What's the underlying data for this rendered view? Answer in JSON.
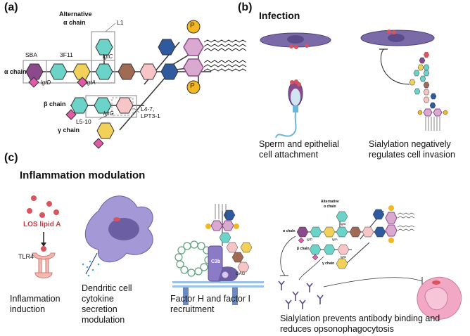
{
  "panels": {
    "a": "(a)",
    "b": "(b)",
    "c": "(c)"
  },
  "panel_a": {
    "alt_chain": "Alternative α chain",
    "alt_chain_line1": "Alternative",
    "alt_chain_line2": "α chain",
    "l1": "L1",
    "sba": "SBA",
    "f3f11": "3F11",
    "alpha_chain": "α chain",
    "beta_chain": "β chain",
    "gamma_chain": "γ chain",
    "lgtC": "lgtC",
    "lgtD": "lgtD",
    "lgtA": "lgtA",
    "lgtG": "lgtG",
    "l4_7_line1": "L4-7,",
    "l4_7_line2": "LPT3-1",
    "l5_10": "L5-10",
    "phosphate": "P"
  },
  "panel_b": {
    "title": "Infection",
    "caption_left_1": "Sperm and epithelial",
    "caption_left_2": "cell attachment",
    "caption_right_1": "Sialylation negatively",
    "caption_right_2": "regulates cell invasion"
  },
  "panel_c": {
    "title": "Inflammation modulation",
    "los": "LOS lipid A",
    "tlr4": "TLR4",
    "caption_1a": "Inflammation",
    "caption_1b": "induction",
    "caption_2a": "Dendritic cell",
    "caption_2b": "cytokine",
    "caption_2c": "secretion",
    "caption_2d": "modulation",
    "caption_3a": "Factor H and factor I",
    "caption_3b": "recruitment",
    "c3b": "C3b",
    "gag": "GAG",
    "caption_4a": "Sialylation prevents antibody binding and",
    "caption_4b": "reduces opsonophagocytosis",
    "mini_alt_1": "Alternative",
    "mini_alt_2": "α chain",
    "mini_alpha": "α chain",
    "mini_beta": "β chain",
    "mini_gamma": "γ chain",
    "mini_lgtC": "lgtC",
    "mini_lgtD": "lgtD",
    "mini_lgtA": "lgtA",
    "mini_lgtG": "lgtG"
  },
  "colors": {
    "purple_glc": "#8b4a8c",
    "pink_diamond": "#e05aa8",
    "teal_glcnac": "#6cd3c8",
    "yellow_gal": "#f2d15a",
    "brown": "#a06a55",
    "light_pink": "#f7c5c5",
    "dark_blue": "#2f5a9e",
    "mauve_kdo": "#d9a9d0",
    "orange_p": "#f2b824",
    "cell_purple": "#7a6aa8",
    "cell_red": "#d9545d"
  }
}
